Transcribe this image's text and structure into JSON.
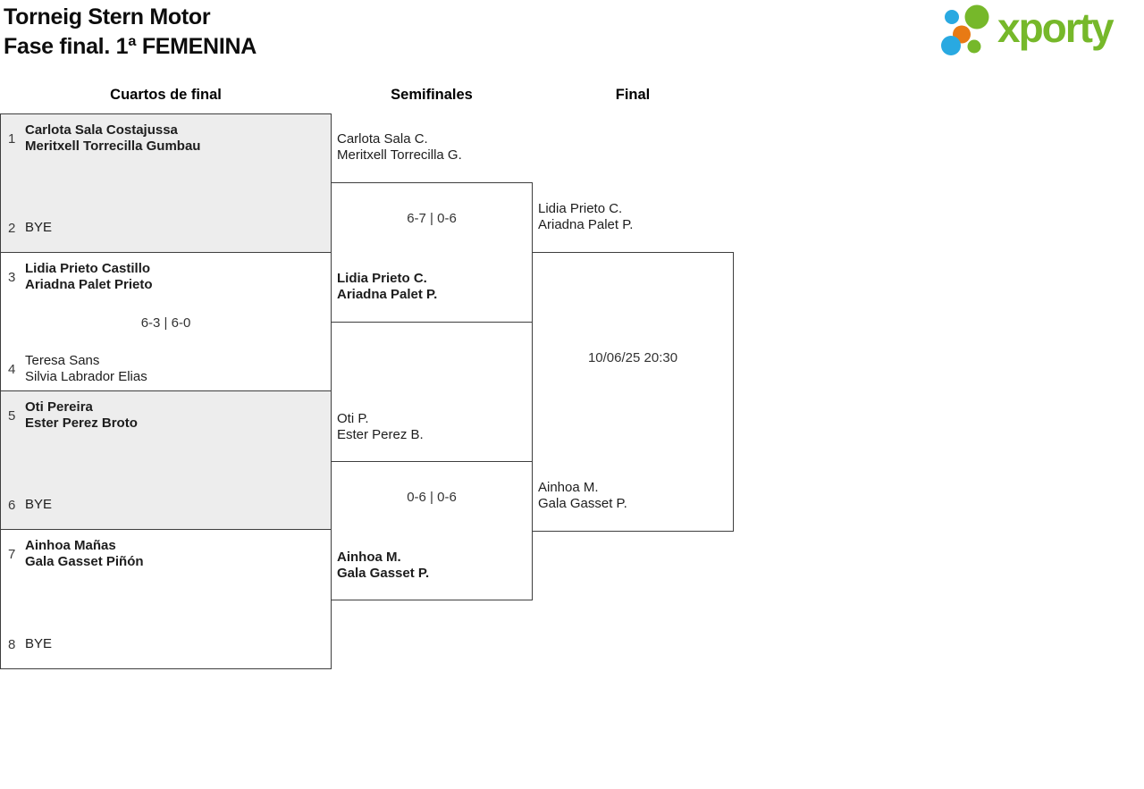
{
  "title": {
    "line1": "Torneig Stern Motor",
    "line2": "Fase final. 1ª FEMENINA"
  },
  "logo": {
    "wordmark": "xporty",
    "colors": {
      "green": "#76b82a",
      "blue": "#29a9e1",
      "orange": "#e87a14"
    }
  },
  "column_headers": [
    "Cuartos de final",
    "Semifinales",
    "Final"
  ],
  "quarterfinals": [
    {
      "seed_top": "1",
      "top": [
        "Carlota Sala Costajussa",
        "Meritxell Torrecilla Gumbau"
      ],
      "score": "",
      "seed_bottom": "2",
      "bottom": [
        "BYE"
      ]
    },
    {
      "seed_top": "3",
      "top": [
        "Lidia Prieto Castillo",
        "Ariadna Palet Prieto"
      ],
      "score": "6-3 | 6-0",
      "seed_bottom": "4",
      "bottom": [
        "Teresa Sans",
        "Silvia Labrador Elias"
      ]
    },
    {
      "seed_top": "5",
      "top": [
        "Oti Pereira",
        "Ester Perez Broto"
      ],
      "score": "",
      "seed_bottom": "6",
      "bottom": [
        "BYE"
      ]
    },
    {
      "seed_top": "7",
      "top": [
        "Ainhoa Mañas",
        "Gala Gasset Piñón"
      ],
      "score": "",
      "seed_bottom": "8",
      "bottom": [
        "BYE"
      ]
    }
  ],
  "semifinals": [
    {
      "top": [
        "Carlota Sala C.",
        "Meritxell Torrecilla G."
      ],
      "score": "6-7 | 0-6",
      "bottom": [
        "Lidia Prieto C.",
        "Ariadna Palet P."
      ]
    },
    {
      "top": [
        "Oti P.",
        "Ester Perez B."
      ],
      "score": "0-6 | 0-6",
      "bottom": [
        "Ainhoa M.",
        "Gala Gasset P."
      ]
    }
  ],
  "final": {
    "top": [
      "Lidia Prieto C.",
      "Ariadna Palet P."
    ],
    "schedule": "10/06/25 20:30",
    "bottom": [
      "Ainhoa M.",
      "Gala Gasset P."
    ]
  },
  "bracket_colors": {
    "grey_box": "#ededed",
    "line": "#3e3e3e"
  }
}
